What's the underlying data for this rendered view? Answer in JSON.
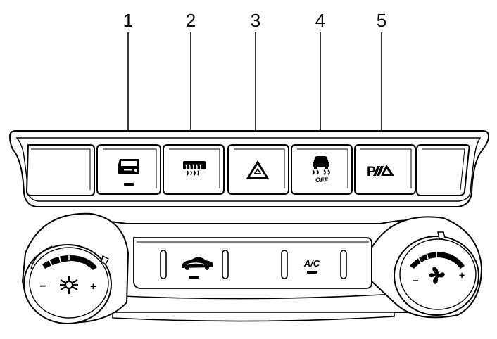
{
  "callouts": [
    "1",
    "2",
    "3",
    "4",
    "5"
  ],
  "buttons": {
    "door_lock": {
      "icon": "door-lock-icon"
    },
    "rear_defog": {
      "icon": "rear-defog-icon"
    },
    "hazard": {
      "icon": "hazard-warning-icon"
    },
    "traction": {
      "icon": "traction-control-off-icon",
      "label": "OFF"
    },
    "park_assist": {
      "icon": "park-assist-icon",
      "label": "P"
    }
  },
  "climate": {
    "ac_label": "A/C",
    "left_knob": {
      "minus": "−",
      "plus": "+",
      "icon": "snowflake-sun-icon"
    },
    "right_knob": {
      "minus": "−",
      "plus": "+",
      "icon": "fan-icon"
    },
    "recirc_icon": "recirculation-car-icon"
  }
}
